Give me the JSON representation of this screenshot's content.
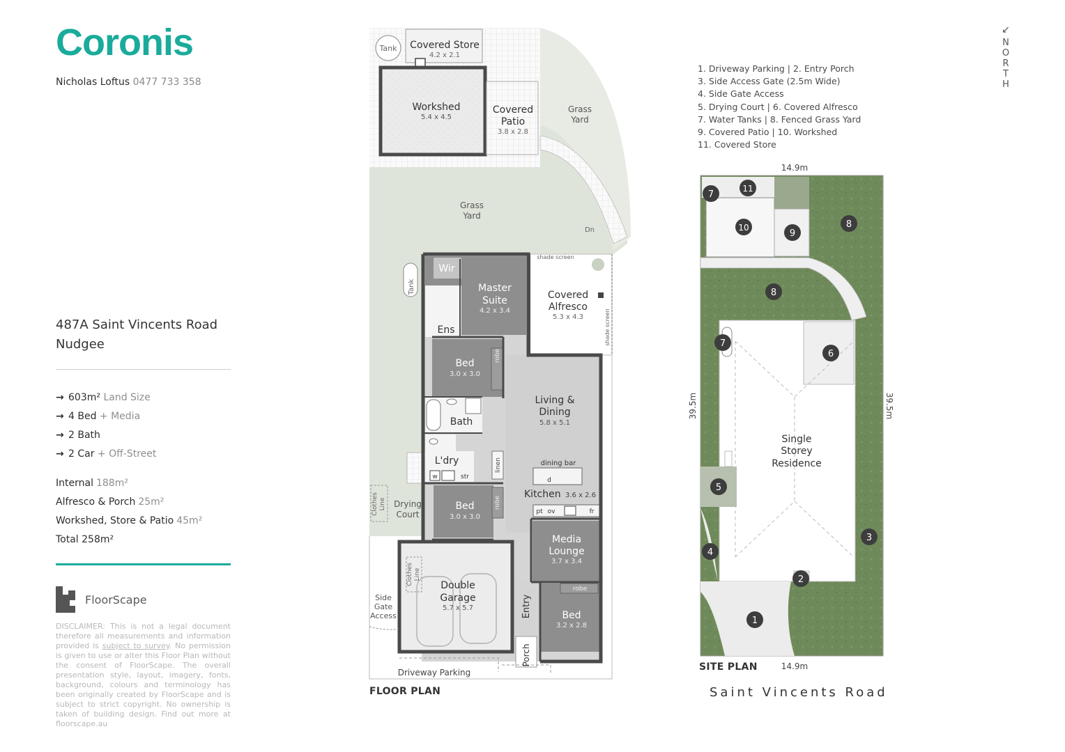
{
  "brand": {
    "name": "Coronis",
    "color": "#1aab9b"
  },
  "agent": {
    "name": "Nicholas Loftus",
    "phone": "0477 733 358"
  },
  "property": {
    "street": "487A Saint Vincents Road",
    "suburb": "Nudgee"
  },
  "features": [
    {
      "value": "603m²",
      "label": "Land Size"
    },
    {
      "value": "4 Bed",
      "label": "+ Media"
    },
    {
      "value": "2 Bath",
      "label": ""
    },
    {
      "value": "2 Car",
      "label": "+ Off-Street"
    }
  ],
  "areas": [
    {
      "label": "Internal",
      "value": "188m²"
    },
    {
      "label": "Alfresco & Porch",
      "value": "25m²"
    },
    {
      "label": "Workshed, Store & Patio",
      "value": "45m²"
    },
    {
      "label": "Total 258m²",
      "value": ""
    }
  ],
  "floorscape": {
    "name": "FloorScape",
    "disclaimer_pre": "DISCLAIMER: This is not a legal document therefore all measurements and information provided is ",
    "disclaimer_link": "subject to survey",
    "disclaimer_post": ". No permission is given to use or alter this Floor Plan without the consent of FloorScape. The overall presentation style, layout, imagery, fonts, background, colours and terminology has been originally created by FloorScape and is subject to strict copyright. No ownership is taken of building design. Find out more at floorscape.au"
  },
  "floor_plan": {
    "caption": "FLOOR PLAN",
    "tank_top": "Tank",
    "covered_store": {
      "name": "Covered Store",
      "size": "4.2 x 2.1"
    },
    "workshed": {
      "name": "Workshed",
      "size": "5.4 x 4.5"
    },
    "covered_patio": {
      "name1": "Covered",
      "name2": "Patio",
      "size": "3.8 x 2.8"
    },
    "grass_yard_a": {
      "l1": "Grass",
      "l2": "Yard"
    },
    "grass_yard_b": {
      "l1": "Grass",
      "l2": "Yard"
    },
    "dn": "Dn",
    "shade_screen_top": "shade screen",
    "shade_screen_side": "shade screen",
    "tank_side": "Tank",
    "wir": "Wir",
    "ens": "Ens",
    "master": {
      "l1": "Master",
      "l2": "Suite",
      "size": "4.2 x 3.4"
    },
    "alfresco": {
      "l1": "Covered",
      "l2": "Alfresco",
      "size": "5.3 x 4.3"
    },
    "bed_a": {
      "name": "Bed",
      "size": "3.0 x 3.0"
    },
    "robe_a": "robe",
    "living": {
      "l1": "Living &",
      "l2": "Dining",
      "size": "5.8 x 5.1"
    },
    "bath": "Bath",
    "ldry": "L'dry",
    "linen": "linen",
    "w": "w",
    "str": "str",
    "dining_bar": "dining bar",
    "d": "d",
    "kitchen": {
      "name": "Kitchen",
      "size": "3.6 x 2.6"
    },
    "pt": "pt",
    "ov": "ov",
    "fr": "fr",
    "clothes_line_a": {
      "l1": "Clothes",
      "l2": "Line"
    },
    "drying": {
      "l1": "Drying",
      "l2": "Court"
    },
    "bed_b": {
      "name": "Bed",
      "size": "3.0 x 3.0"
    },
    "robe_b": "robe",
    "media": {
      "l1": "Media",
      "l2": "Lounge",
      "size": "3.7 x 3.4"
    },
    "clothes_line_b": {
      "l1": "Clothes",
      "l2": "Line"
    },
    "garage": {
      "l1": "Double",
      "l2": "Garage",
      "size": "5.7 x 5.7"
    },
    "side_gate": {
      "l1": "Side",
      "l2": "Gate",
      "l3": "Access"
    },
    "entry": "Entry",
    "robe_c": "robe",
    "bed_c": {
      "name": "Bed",
      "size": "3.2 x 2.8"
    },
    "porch": "Porch",
    "driveway": "Driveway Parking"
  },
  "site_plan": {
    "caption": "SITE PLAN",
    "street": "Saint Vincents Road",
    "north_letters": [
      "N",
      "O",
      "R",
      "T",
      "H"
    ],
    "north_arrow": "↙",
    "dim_top": "14.9m",
    "dim_bottom": "14.9m",
    "dim_left": "39.5m",
    "dim_right": "39.5m",
    "residence": {
      "l1": "Single",
      "l2": "Storey",
      "l3": "Residence"
    },
    "legend": [
      "1. Driveway Parking   |  2. Entry Porch",
      "3. Side Access Gate (2.5m Wide)",
      "4. Side Gate Access",
      "5. Drying Court  |  6. Covered Alfresco",
      "7. Water Tanks  |  8. Fenced Grass Yard",
      "9. Covered Patio  |  10. Workshed",
      "11. Covered Store"
    ],
    "markers": [
      "1",
      "2",
      "3",
      "4",
      "5",
      "6",
      "7",
      "7",
      "8",
      "8",
      "9",
      "10",
      "11"
    ]
  }
}
